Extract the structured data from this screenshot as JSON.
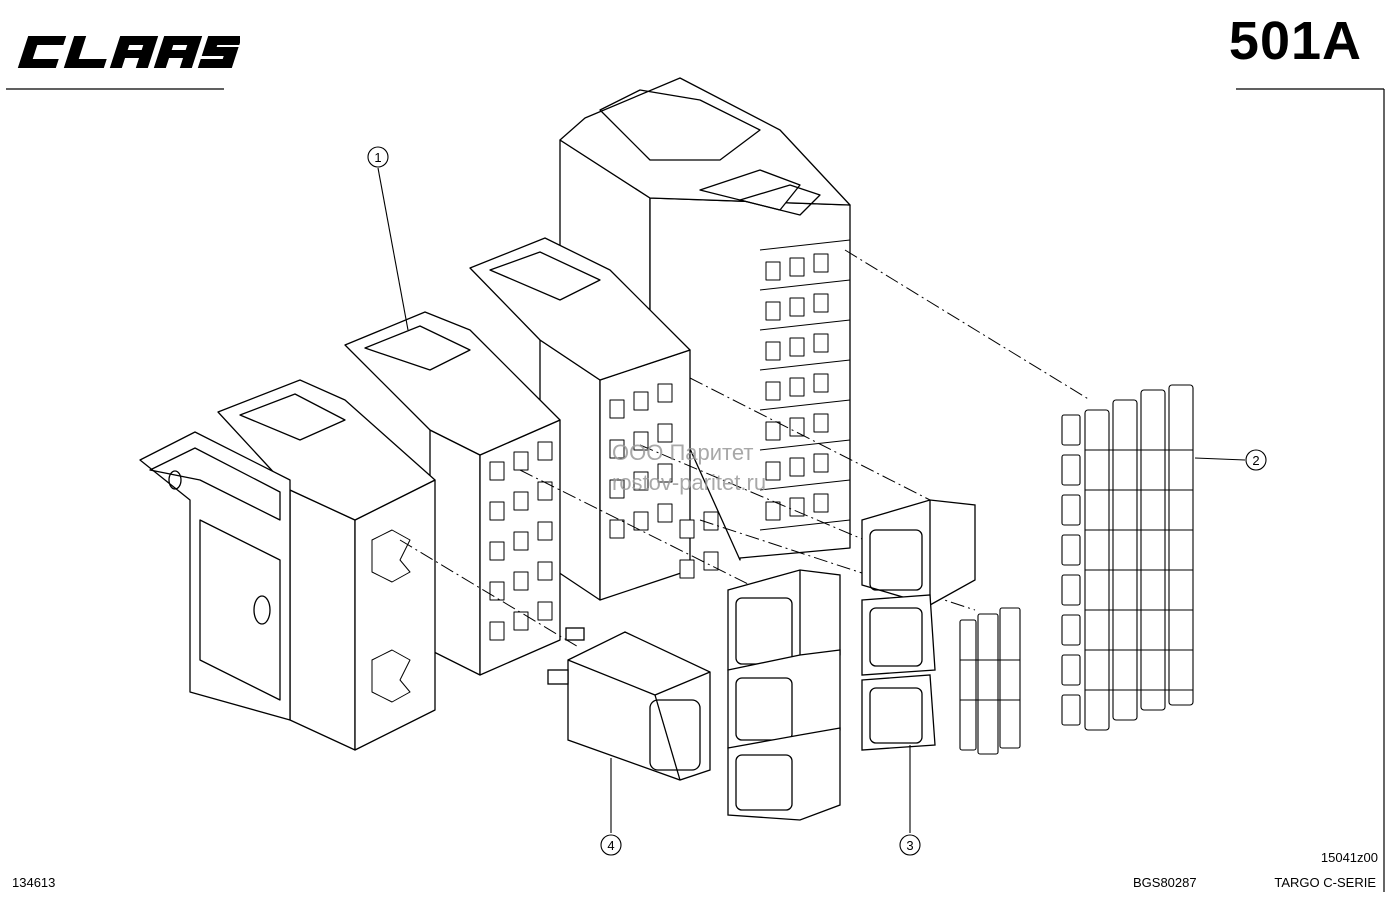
{
  "header": {
    "brand_logo_text": "CLAAS",
    "page_code": "501A"
  },
  "callouts": [
    {
      "number": "1"
    },
    {
      "number": "2"
    },
    {
      "number": "3"
    },
    {
      "number": "4"
    }
  ],
  "footer": {
    "drawing_number": "134613",
    "bgs_number": "BGS80287",
    "series": "TARGO C-SERIE",
    "sheet_code": "15041z00"
  },
  "watermark": {
    "line1": "ООО Паритет",
    "line2": "rostov-paritet.ru"
  },
  "colors": {
    "line": "#000000",
    "part_fill": "#ffffff",
    "watermark": "#9a9a9a"
  }
}
